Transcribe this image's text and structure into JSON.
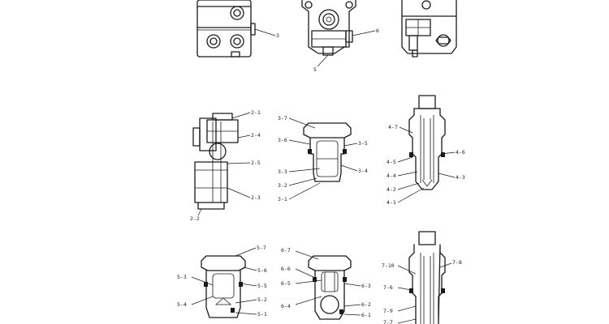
{
  "labels": {
    "v1_3": "3",
    "v2_5": "5",
    "v2_6": "6",
    "a2_1": "2-1",
    "a2_4": "2-4",
    "a2_5": "2-5",
    "a2_3": "2-3",
    "a2_2": "2-2",
    "b3_7": "3-7",
    "b3_6": "3-6",
    "b3_5": "3-5",
    "b3_3": "3-3",
    "b3_4": "3-4",
    "b3_2": "3-2",
    "b3_1": "3-1",
    "c4_7": "4-7",
    "c4_6": "4-6",
    "c4_5": "4-5",
    "c4_4": "4-4",
    "c4_3": "4-3",
    "c4_2": "4-2",
    "c4_1": "4-1",
    "d5_7": "5-7",
    "d5_6": "5-6",
    "d5_3": "5-3",
    "d5_5": "5-5",
    "d5_4": "5-4",
    "d5_2": "5-2",
    "d5_1": "5-1",
    "e6_7": "6-7",
    "e6_6": "6-6",
    "e6_5": "6-5",
    "e6_3": "6-3",
    "e6_4": "6-4",
    "e6_2": "6-2",
    "e6_1": "6-1",
    "f7_10": "7-10",
    "f7_8": "7-8",
    "f7_6": "7-6",
    "f7_9": "7-9",
    "f7_7": "7-7"
  }
}
